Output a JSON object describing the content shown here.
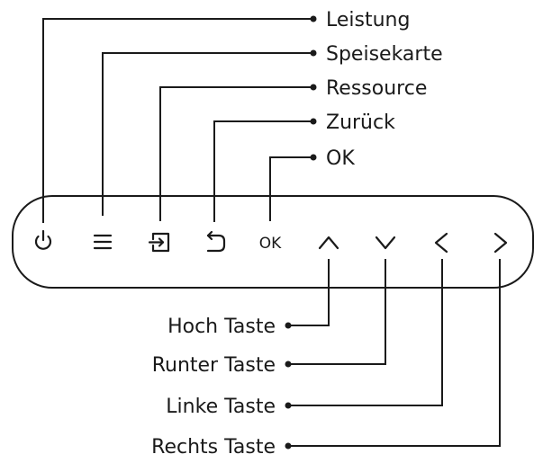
{
  "callouts_top": [
    {
      "label": "Leistung",
      "icon": "power-icon"
    },
    {
      "label": "Speisekarte",
      "icon": "menu-icon"
    },
    {
      "label": "Ressource",
      "icon": "source-icon"
    },
    {
      "label": "Zurück",
      "icon": "back-icon"
    },
    {
      "label": "OK",
      "icon": "ok-text"
    }
  ],
  "callouts_bottom": [
    {
      "label": "Hoch Taste",
      "icon": "chevron-up-icon"
    },
    {
      "label": "Runter Taste",
      "icon": "chevron-down-icon"
    },
    {
      "label": "Linke Taste",
      "icon": "chevron-left-icon"
    },
    {
      "label": "Rechts Taste",
      "icon": "chevron-right-icon"
    }
  ],
  "panel": {
    "ok_button_text": "OK"
  }
}
